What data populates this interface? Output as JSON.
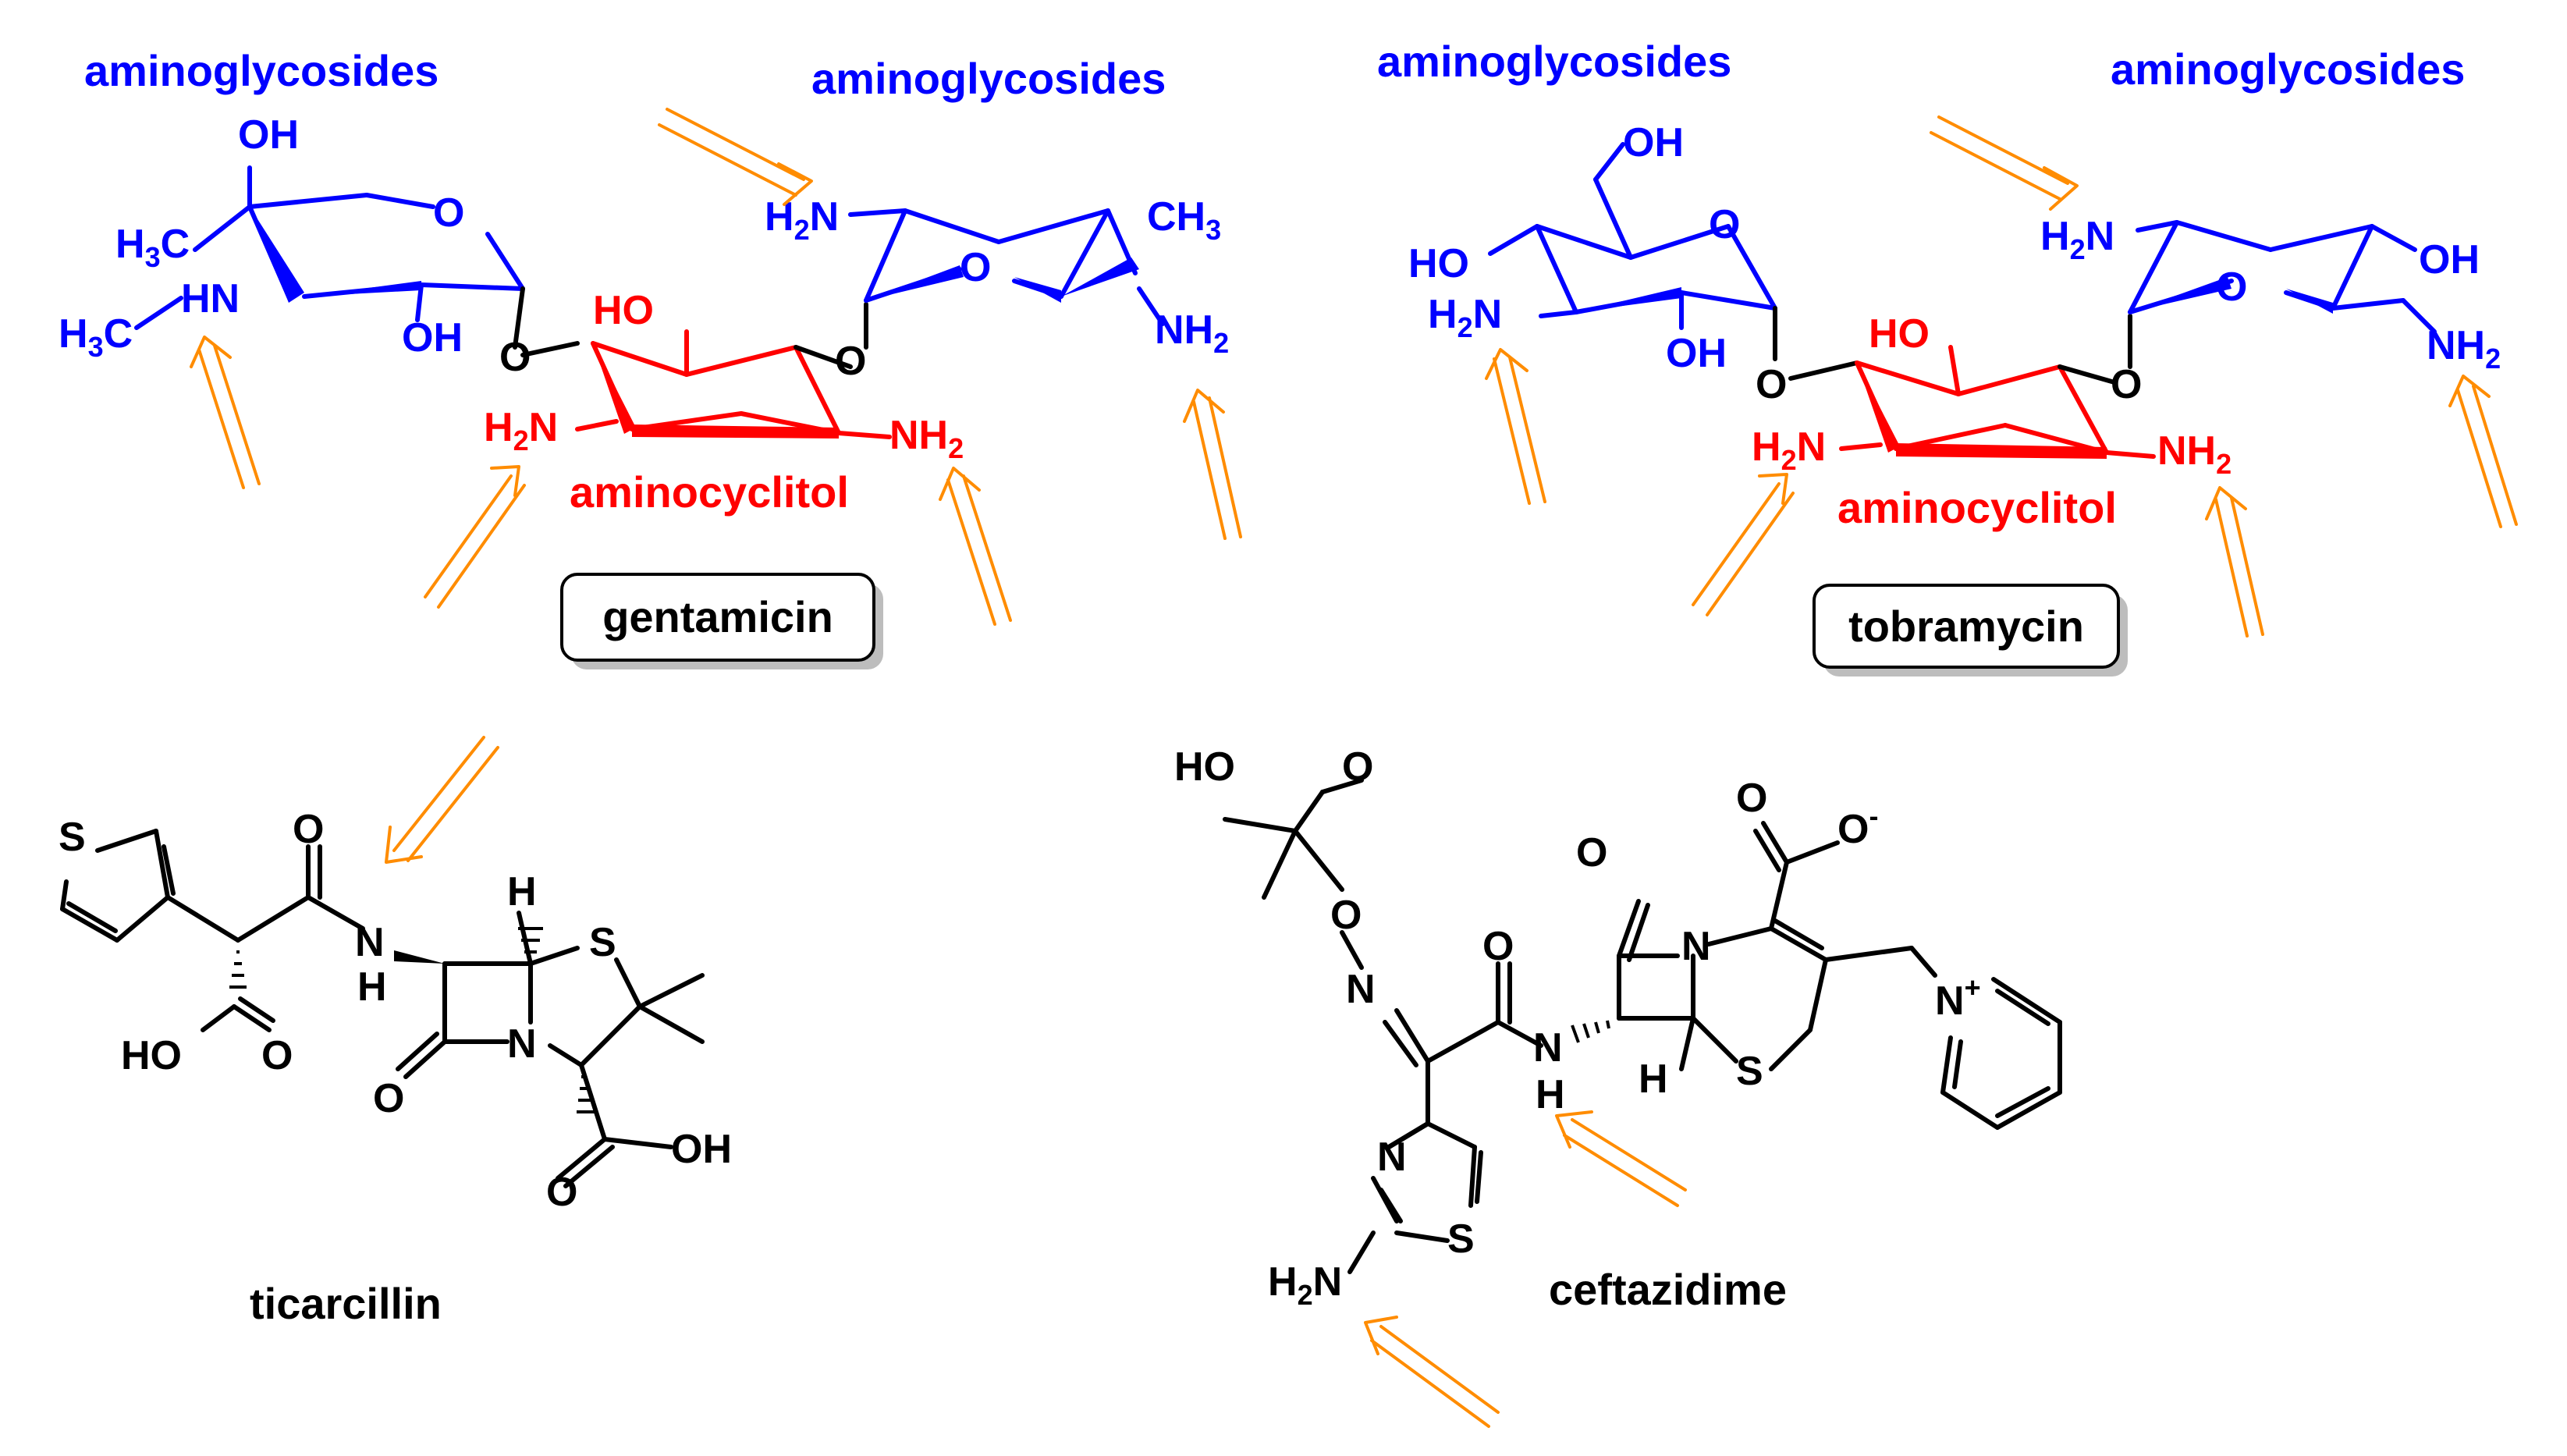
{
  "colors": {
    "aminoglycoside": "#0000ff",
    "aminocyclitol": "#ff0000",
    "arrow": "#ff8c00",
    "default": "#000000"
  },
  "labels": {
    "aminoglycosides": "aminoglycosides",
    "aminocyclitol": "aminocyclitol"
  },
  "compounds": {
    "gentamicin": "gentamicin",
    "tobramycin": "tobramycin",
    "ticarcillin": "ticarcillin",
    "ceftazidime": "ceftazidime"
  },
  "atoms": {
    "OH": "OH",
    "HO": "HO",
    "O": "O",
    "N": "N",
    "S": "S",
    "H": "H",
    "H3C": "H3C",
    "CH3": "CH3",
    "H2N": "H2N",
    "NH2": "NH2",
    "HN": "HN",
    "N_plus": "N+",
    "O_minus": "O-"
  }
}
